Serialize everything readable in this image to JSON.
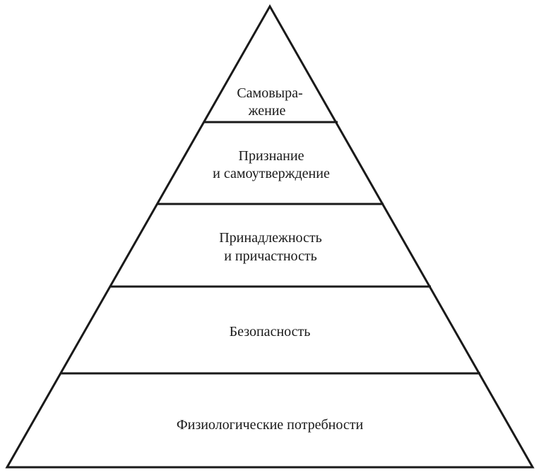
{
  "pyramid": {
    "levels": [
      {
        "line1": "Самовыра-",
        "line2": "жение"
      },
      {
        "line1": "Признание",
        "line2": "и самоутверждение"
      },
      {
        "line1": "Принадлежность",
        "line2": "и причастность"
      },
      {
        "line1": "Безопасность"
      },
      {
        "line1": "Физиологические потребности"
      }
    ]
  },
  "colors": {
    "stroke": "#1a1a1a",
    "background": "#ffffff"
  }
}
